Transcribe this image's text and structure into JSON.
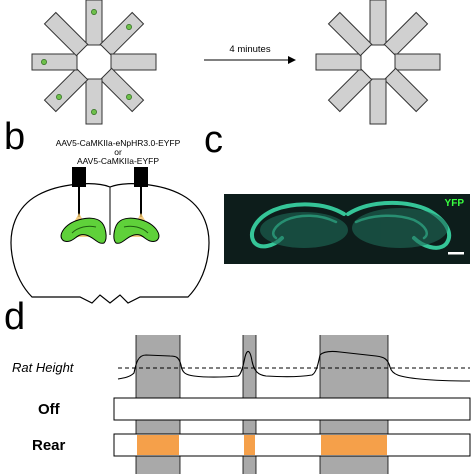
{
  "panel_a": {
    "arrow_label": "4 minutes"
  },
  "panel_b": {
    "letter": "b",
    "virus_line1": "AAV5-CaMKIIa-eNpHR3.0-EYFP",
    "virus_or": "or",
    "virus_line2": "AAV5-CaMKIIa-EYFP"
  },
  "panel_c": {
    "letter": "c",
    "channel_label": "YFP",
    "colors": {
      "fluor": "#3ad8a6",
      "label": "#39ff40"
    }
  },
  "panel_d": {
    "letter": "d",
    "row_labels": {
      "height": "Rat Height",
      "off": "Off",
      "rear": "Rear"
    },
    "colors": {
      "shade": "#a9a9a9",
      "rear_fill": "#f5a04a"
    }
  },
  "colors": {
    "arm_fill": "#d0d0d0",
    "reward_dot": "#6dbf4a",
    "hippocampus": "#5fd13a",
    "light_cone": "#f2c46b"
  }
}
